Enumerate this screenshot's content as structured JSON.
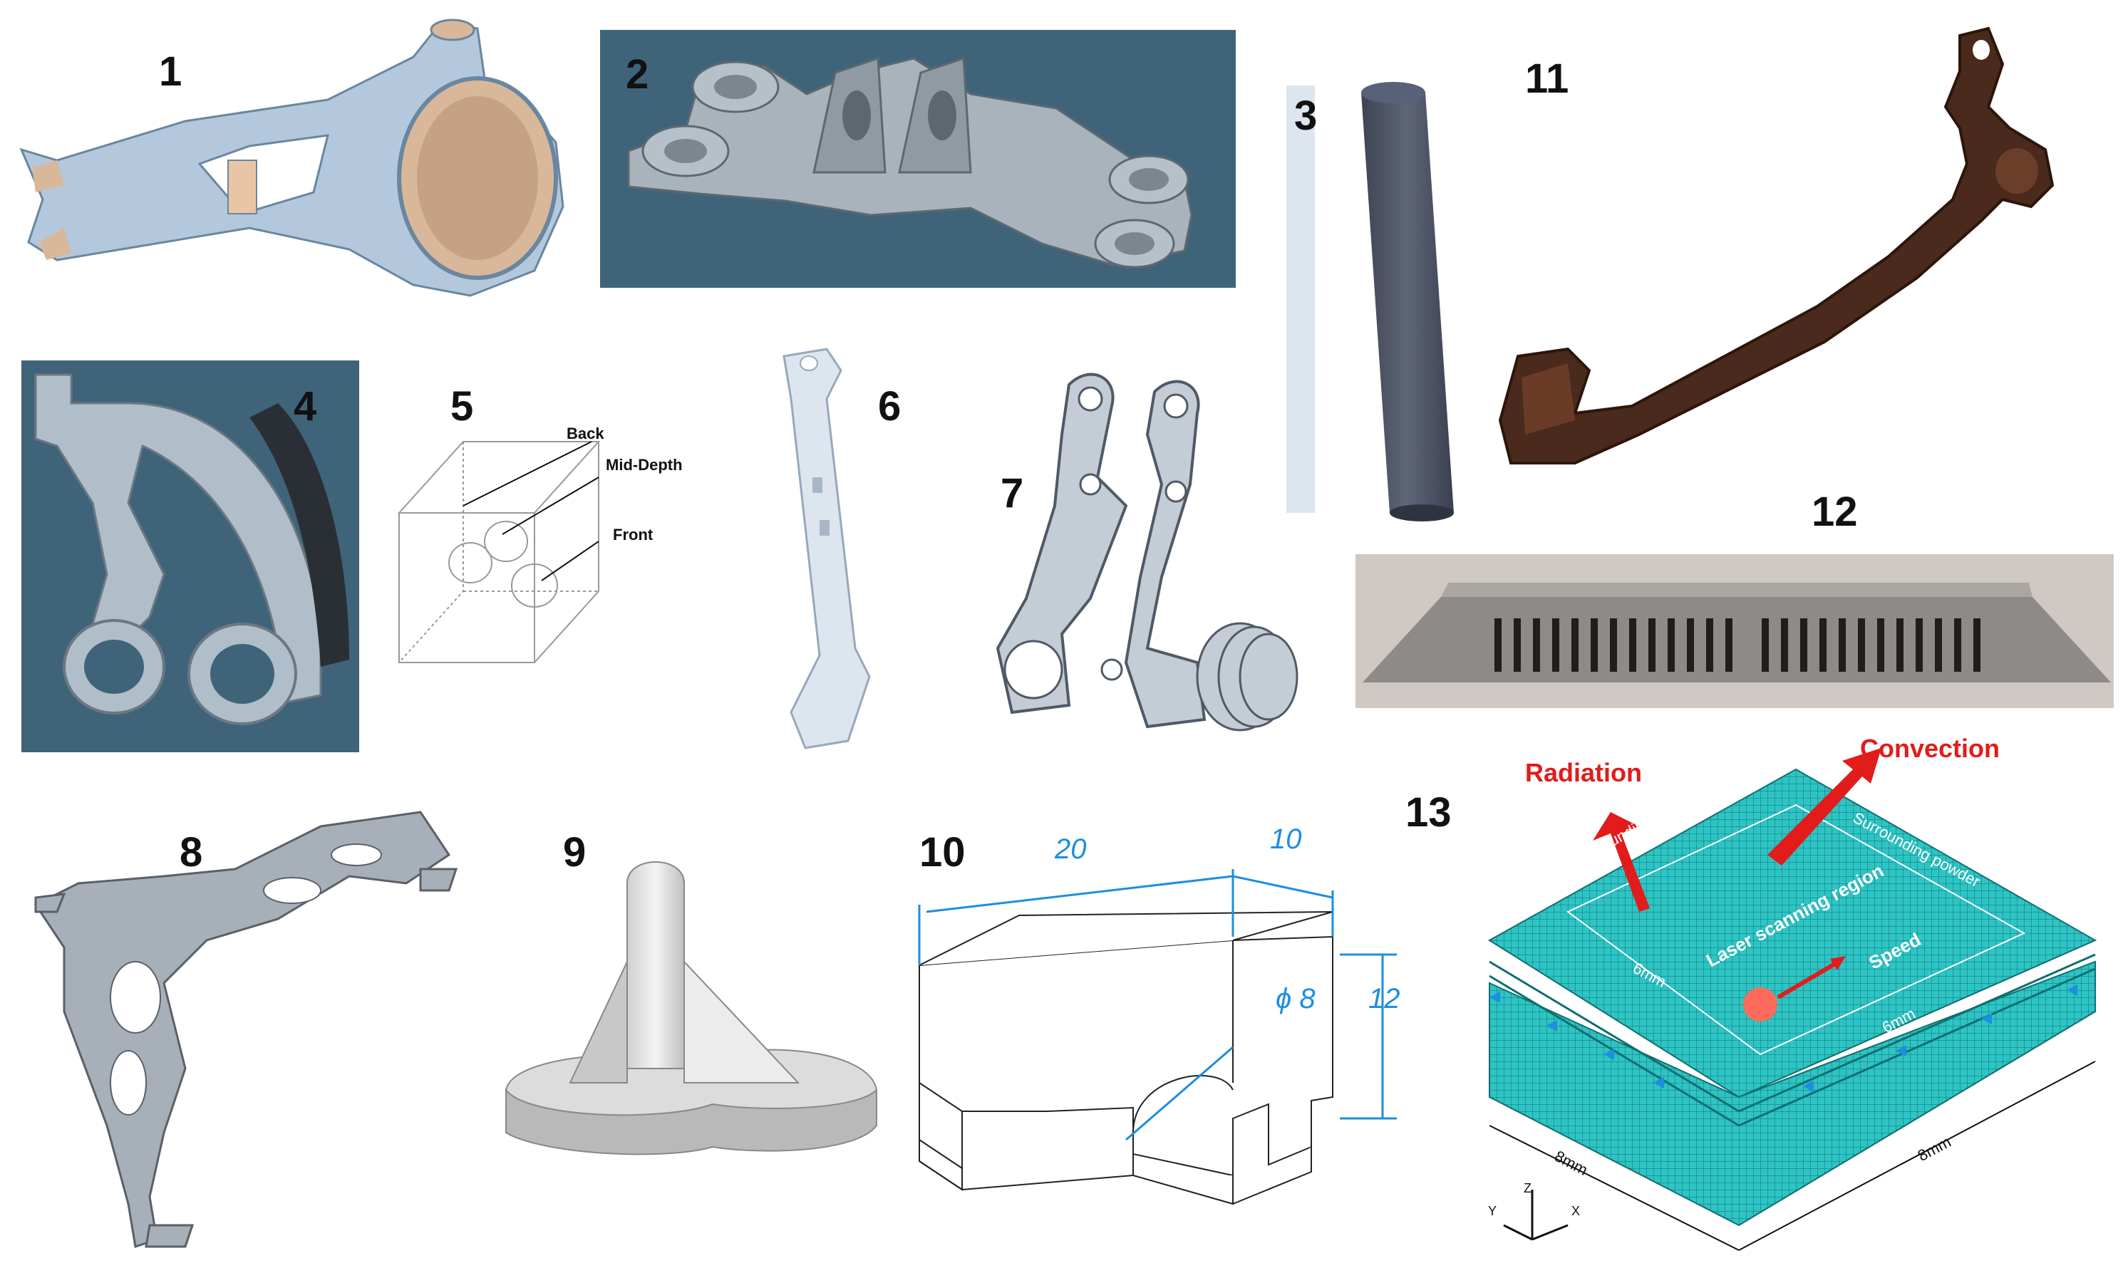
{
  "part_numbers": [
    "1",
    "2",
    "3",
    "4",
    "5",
    "6",
    "7",
    "8",
    "9",
    "10",
    "11",
    "12",
    "13"
  ],
  "fig5_labels": {
    "back": "Back",
    "mid_depth": "Mid-Depth",
    "front": "Front"
  },
  "fig10_dims": {
    "length": "20",
    "width": "10",
    "height": "12",
    "diameter": "ϕ 8"
  },
  "fig13_labels": {
    "radiation": "Radiation",
    "convection": "Convection",
    "surrounding_powder_left": "Surrounding powder",
    "surrounding_powder_right": "Surrounding powder",
    "laser_region": "Laser scanning region",
    "speed": "Speed",
    "inner_dim_left": "6mm",
    "inner_dim_right": "6mm",
    "outer_dim_left": "8mm",
    "outer_dim_right": "8mm",
    "axis_z": "Z",
    "axis_y": "Y",
    "axis_x": "X"
  },
  "colors": {
    "steel_blue_bg": "#3f6479",
    "part_grey": "#b7c3cf",
    "mesh_teal": "#2ec4c4",
    "arrow_red": "#e21b1b",
    "dim_blue": "#1d8ee0",
    "rust": "#4a2a1c"
  }
}
